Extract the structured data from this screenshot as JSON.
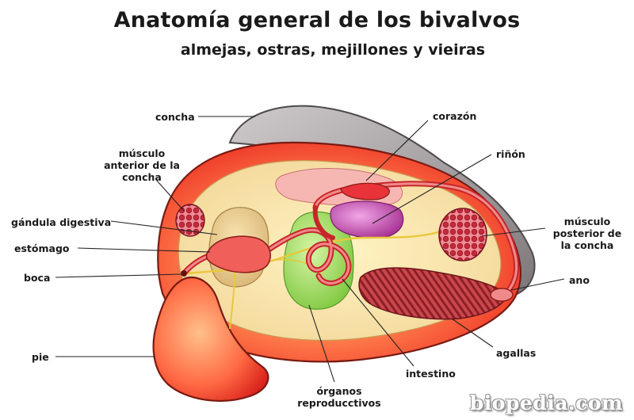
{
  "title": "Anatomía general de los bivalvos",
  "subtitle": "almejas, ostras, mejillones y vieiras",
  "labels": {
    "concha": "concha",
    "musculo_anterior": [
      "músculo",
      "anterior de la",
      "concha"
    ],
    "glandula_digestiva": "gándula digestiva",
    "estomago": "estómago",
    "boca": "boca",
    "pie": "pie",
    "corazon": "corazón",
    "rinon": "riñón",
    "musculo_posterior": [
      "músculo",
      "posterior de",
      "la concha"
    ],
    "ano": "ano",
    "agallas": "agallas",
    "intestino": "intestino",
    "organos_reproductivos": [
      "órganos",
      "reproducctivos"
    ]
  },
  "watermark": "biopedia.com",
  "colors": {
    "shell": "#8f8a8c",
    "body": "#f3442f",
    "mantle": "#f5e2a5",
    "digestive_gland": "#e6c98a",
    "reproductive": "#8fd34a",
    "kidney": "#b23a9e",
    "muscle": "#d8364a",
    "gill": "#b5343a",
    "leader_line": "#222222"
  }
}
